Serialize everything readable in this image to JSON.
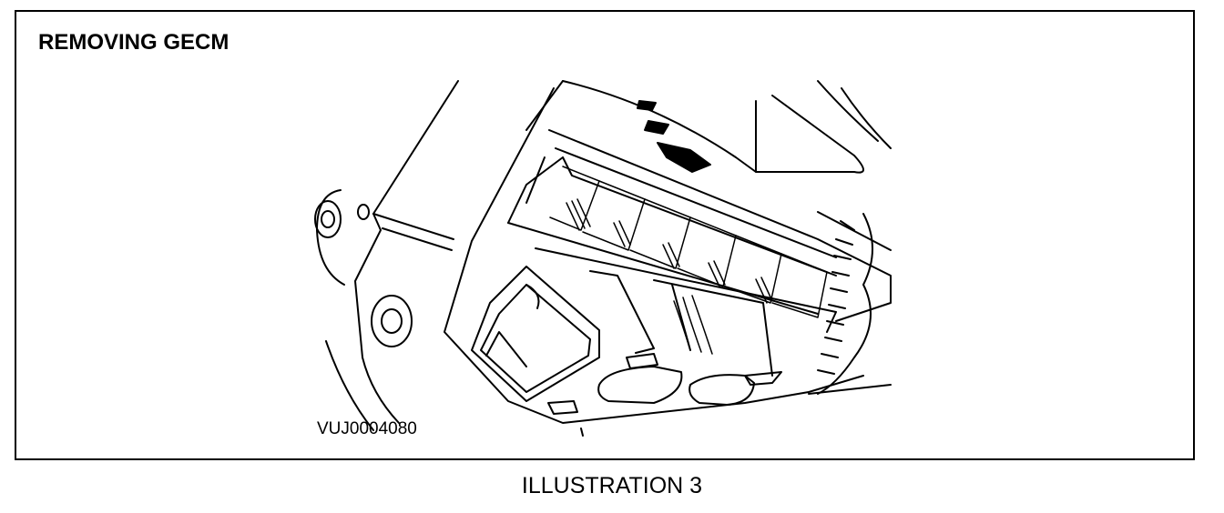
{
  "figure": {
    "title": "REMOVING GECM",
    "reference_code": "VUJ0004080",
    "caption": "ILLUSTRATION 3"
  },
  "colors": {
    "line": "#000000",
    "background": "#ffffff"
  }
}
